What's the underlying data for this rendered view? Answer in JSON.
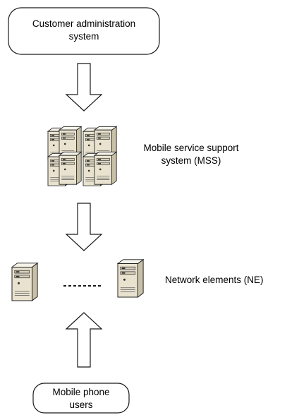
{
  "diagram": {
    "nodes": {
      "customer_admin": {
        "line1": "Customer administration",
        "line2": "system"
      },
      "mss": {
        "line1": "Mobile service support",
        "line2": "system (MSS)"
      },
      "network_elements": {
        "label": "Network elements (NE)"
      },
      "mobile_users": {
        "line1": "Mobile phone",
        "line2": "users"
      }
    },
    "edges": [
      {
        "from": "customer_admin",
        "to": "mss",
        "direction": "down"
      },
      {
        "from": "mss",
        "to": "network_elements",
        "direction": "down"
      },
      {
        "from": "mobile_users",
        "to": "network_elements",
        "direction": "up"
      }
    ],
    "colors": {
      "server_front": "#e8e2cf",
      "server_side": "#c9c1a7",
      "server_top": "#f6f3ea",
      "outline": "#1a1a1a"
    },
    "icons": {
      "server": "server-tower-icon",
      "ellipsis": "dashed-separator"
    }
  }
}
